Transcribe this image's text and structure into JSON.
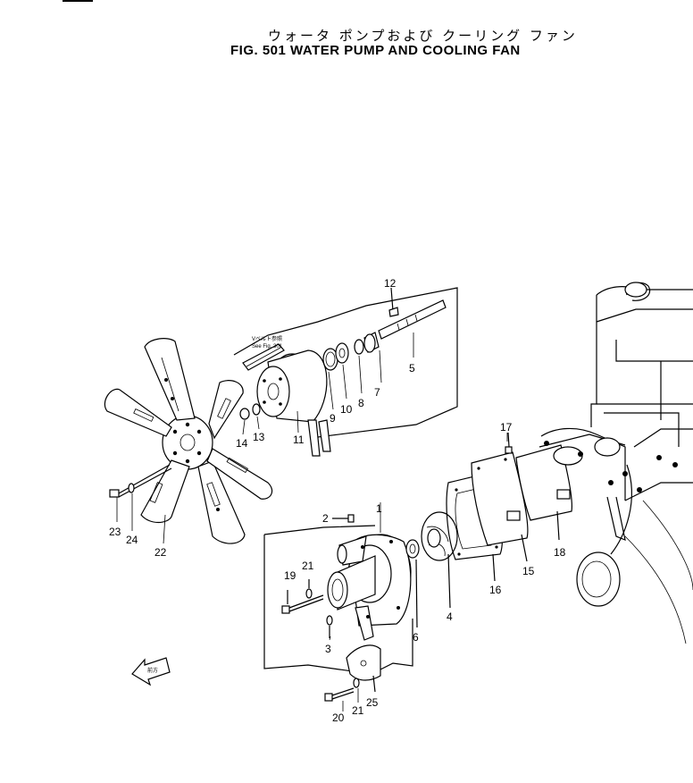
{
  "title": {
    "japanese": "ウォータ ポンプおよび クーリング ファン",
    "english": "FIG. 501  WATER PUMP AND COOLING FAN"
  },
  "part_labels": [
    "1",
    "2",
    "3",
    "4",
    "5",
    "6",
    "7",
    "8",
    "9",
    "10",
    "11",
    "12",
    "13",
    "14",
    "15",
    "16",
    "17",
    "18",
    "19",
    "20",
    "21",
    "21",
    "22",
    "23",
    "24",
    "25"
  ],
  "callout_belt": {
    "line1": "Vベルト参照",
    "line2": "See Fig. 301"
  },
  "direction_mark": "前方",
  "colors": {
    "ink": "#000000",
    "paper": "#ffffff"
  }
}
